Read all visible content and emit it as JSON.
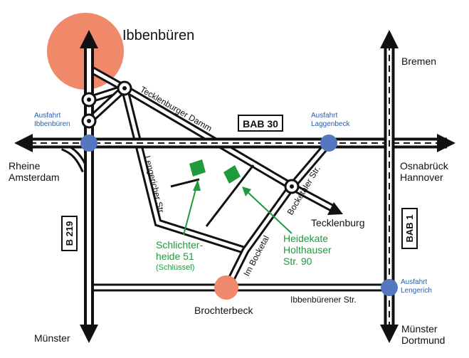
{
  "colors": {
    "city_marker": "#f0886a",
    "exit_marker": "#5577c0",
    "destination": "#1f9a3c",
    "exit_label": "#2a5bb0",
    "road": "#111111",
    "background": "#ffffff"
  },
  "cities": {
    "ibbenbueren": "Ibbenbüren",
    "brochterbeck": "Brochterbeck",
    "tecklenburg": "Tecklenburg"
  },
  "directions": {
    "west_line1": "Rheine",
    "west_line2": "Amsterdam",
    "east_line1": "Osnabrück",
    "east_line2": "Hannover",
    "north": "Bremen",
    "south_west": "Münster",
    "south_east_line1": "Münster",
    "south_east_line2": "Dortmund"
  },
  "exits": {
    "ibbenbueren_line1": "Ausfahrt",
    "ibbenbueren_line2": "Ibbenbüren",
    "laggenbeck_line1": "Ausfahrt",
    "laggenbeck_line2": "Laggenbeck",
    "lengerich_line1": "Ausfahrt",
    "lengerich_line2": "Lengerich"
  },
  "highways": {
    "bab30": "BAB 30",
    "bab1": "BAB 1",
    "b219": "B 219"
  },
  "streets": {
    "tecklenburger_damm": "Tecklenburger Damm",
    "lengericher_str": "Lengericher Str.",
    "bocketaler_str": "Bocketaler Str.",
    "im_bocketal": "Im Bocketal",
    "ibbenbuerener_str": "Ibbenbürener Str."
  },
  "destinations": {
    "schlichterheide_line1": "Schlichter-",
    "schlichterheide_line2": "heide 51",
    "schlichterheide_note": "(Schlüssel)",
    "heidekate_line1": "Heidekate",
    "heidekate_line2": "Holthauser",
    "heidekate_line3": "Str. 90"
  }
}
